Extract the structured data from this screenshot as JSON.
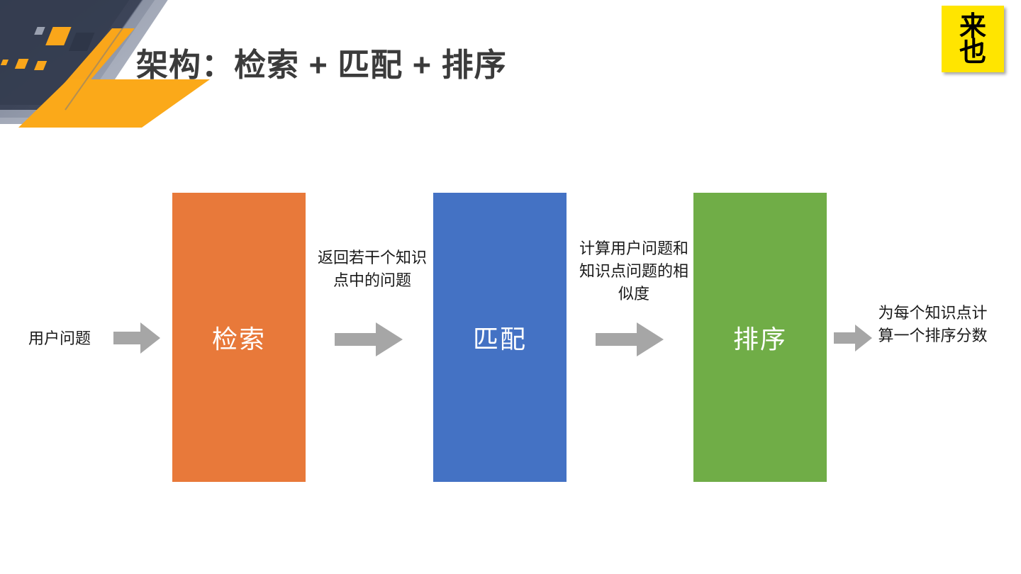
{
  "slide": {
    "title": "架构：检索 + 匹配 + 排序",
    "background_color": "#FFFFFF",
    "title_color": "#3B3B3B"
  },
  "logo": {
    "name": "laiye-logo",
    "line1": "来",
    "line2": "也",
    "background_color": "#FFE500",
    "text_color": "#000000"
  },
  "decoration": {
    "name": "corner-decoration",
    "dark_color": "#3A4154",
    "gray_color": "#7C8497",
    "orange_color": "#FAA61A"
  },
  "diagram": {
    "type": "pipeline",
    "input_label": "用户问题",
    "stages": [
      {
        "label": "检索",
        "color": "#E8793A"
      },
      {
        "label": "匹配",
        "color": "#4472C4"
      },
      {
        "label": "排序",
        "color": "#70AD47"
      }
    ],
    "arrows": [
      {
        "name": "arrow-input-to-retrieval",
        "color": "#A6A6A6"
      },
      {
        "name": "arrow-retrieval-to-match",
        "color": "#A6A6A6"
      },
      {
        "name": "arrow-match-to-rank",
        "color": "#A6A6A6"
      },
      {
        "name": "arrow-rank-to-output",
        "color": "#A6A6A6"
      }
    ],
    "captions": [
      "返回若干个知识点中的问题",
      "计算用户问题和知识点问题的相似度",
      "为每个知识点计算一个排序分数"
    ]
  }
}
